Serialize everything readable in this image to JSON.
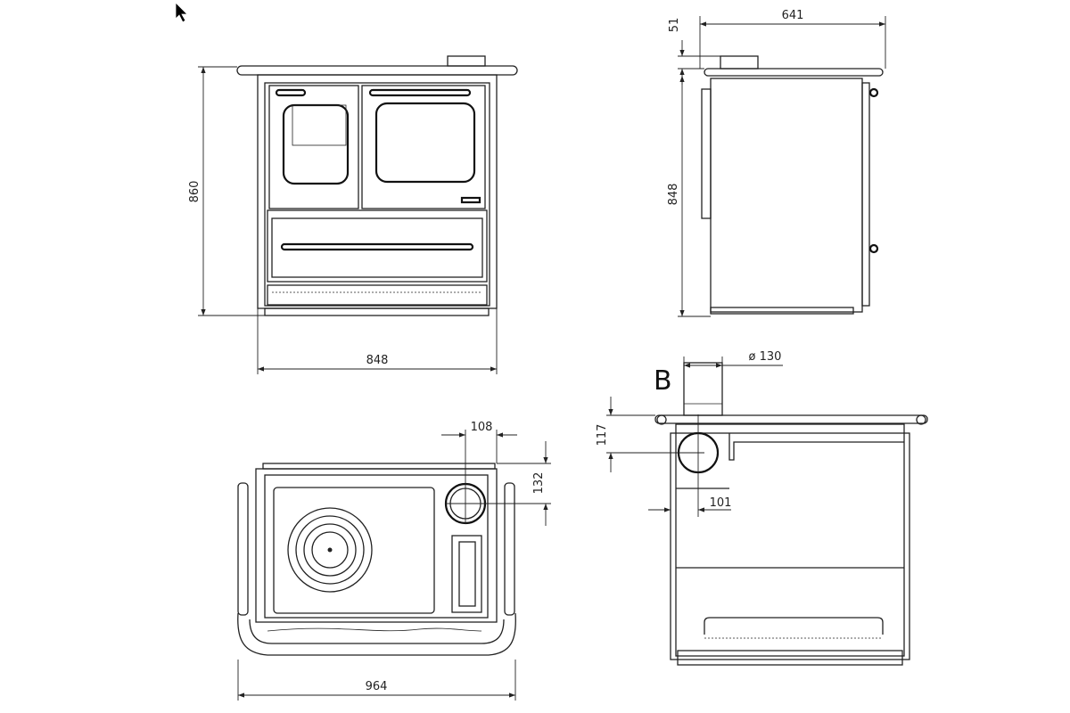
{
  "front_view": {
    "height_label": "860",
    "width_label": "848"
  },
  "side_view": {
    "depth_label": "641",
    "flue_height_label": "51",
    "height_label": "848"
  },
  "top_view": {
    "width_label": "964",
    "flue_offset_x_label": "108",
    "flue_offset_y_label": "132"
  },
  "rear_view": {
    "view_letter": "B",
    "flue_diameter_label": "ø 130",
    "flue_height_label": "117",
    "flue_side_offset_label": "101"
  },
  "cursor": {
    "icon": "arrow-cursor-icon"
  }
}
